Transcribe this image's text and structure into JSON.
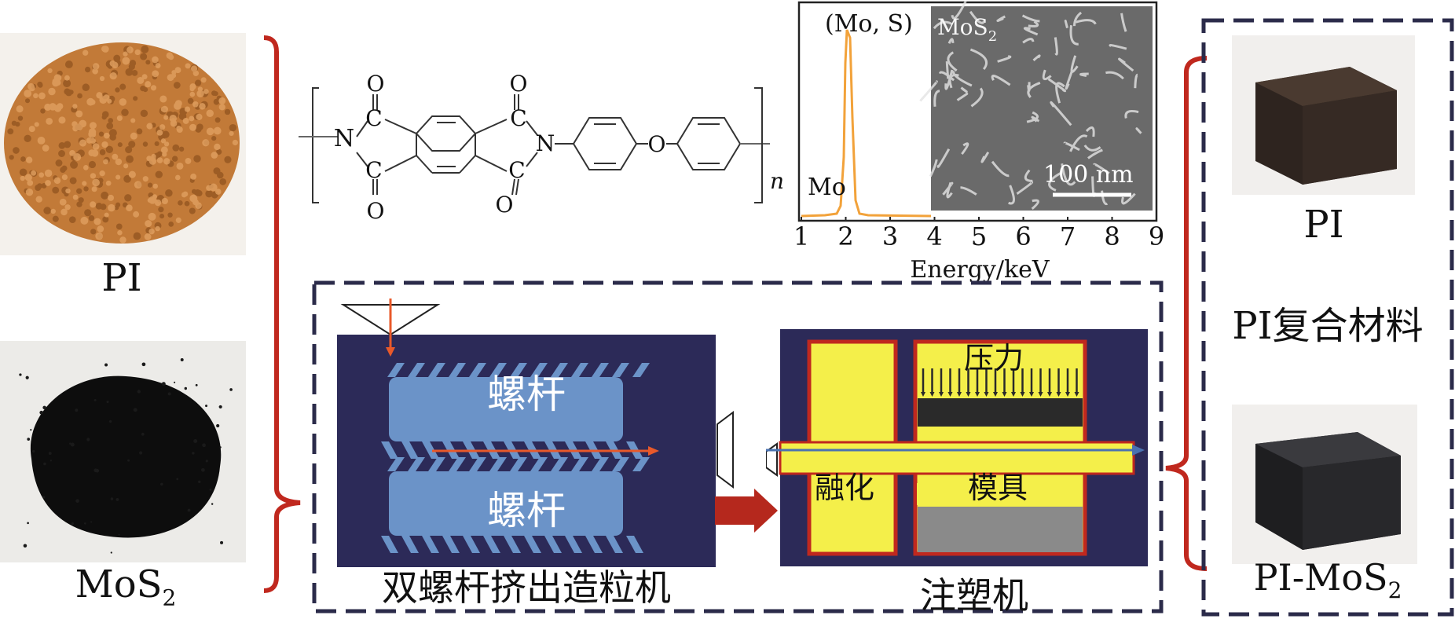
{
  "raw_materials": {
    "pi_label": "PI",
    "mos2_label_main": "MoS",
    "mos2_label_sub": "2"
  },
  "structure": {
    "atom_n": "N",
    "atom_c": "C",
    "atom_o": "O",
    "repeat_n": "n"
  },
  "eds": {
    "peak_label": "(Mo, S)",
    "mo_label": "Mo",
    "sem_label_main": "MoS",
    "sem_label_sub": "2",
    "scale_bar": "100 nm",
    "x_ticks": [
      "1",
      "2",
      "3",
      "4",
      "5",
      "6",
      "7",
      "8",
      "9"
    ],
    "x_label": "Energy/keV"
  },
  "extruder": {
    "screw_top": "螺杆",
    "screw_bottom": "螺杆",
    "caption": "双螺杆挤出造粒机"
  },
  "injection": {
    "pressure": "压力",
    "melt": "融化",
    "mold": "模具",
    "caption": "注塑机"
  },
  "products": {
    "pi_label": "PI",
    "composite": "PI复合材料",
    "pimos2_main": "PI-MoS",
    "pimos2_sub": "2"
  },
  "colors": {
    "bracket_red": "#c0281e",
    "dash_navy": "#2b2b4a",
    "machine_bg": "#2c2a58",
    "screw_blue": "#6b93c8",
    "mold_yellow": "#f4ef4a",
    "eds_orange": "#f2a23a",
    "arrow_red": "#b5281d"
  }
}
